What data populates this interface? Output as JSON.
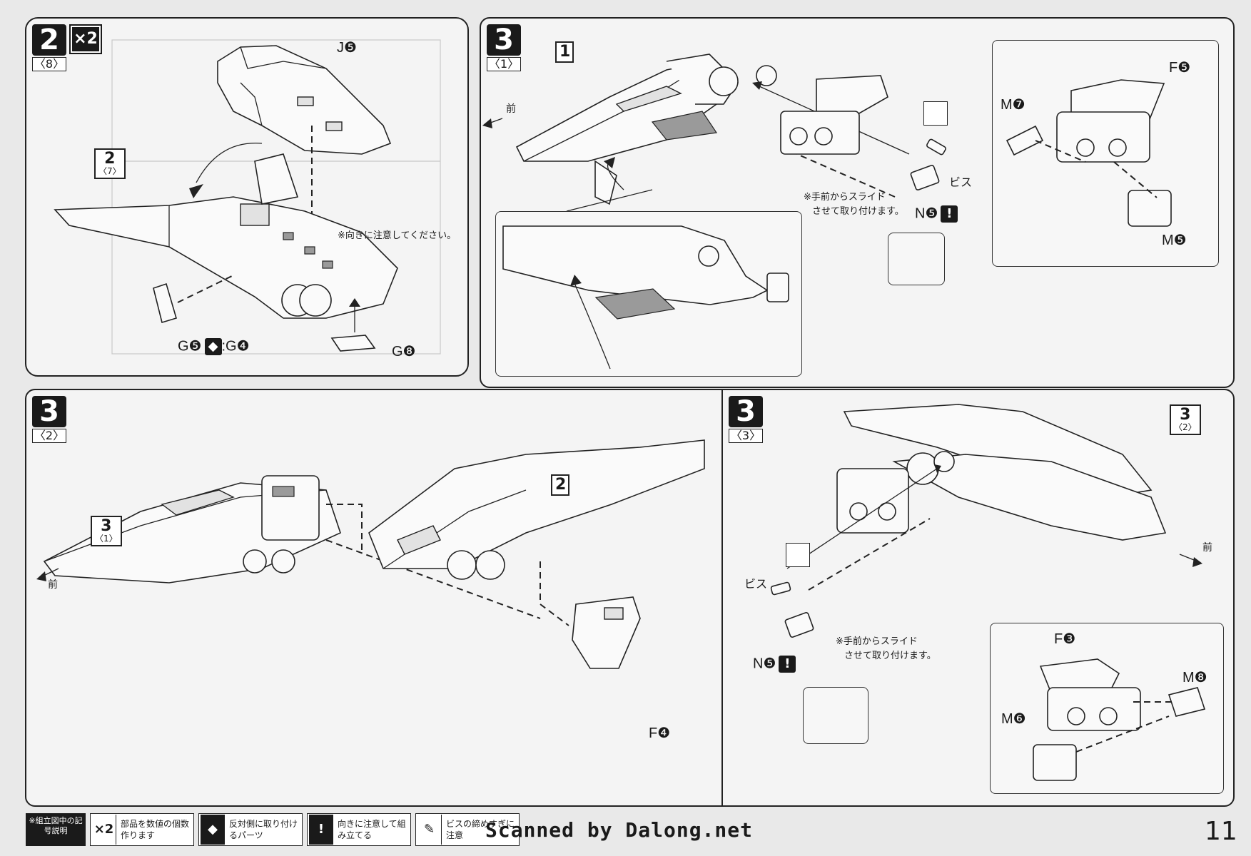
{
  "panels": {
    "p1": {
      "step": "2",
      "sub": "〈8〉",
      "mult": "×2",
      "labels": {
        "j5": "J❺",
        "ref": "2",
        "ref_sub": "〈7〉",
        "g5g4": "G❺",
        "g4": ":G❹",
        "g8": "G❽"
      },
      "note": "※向きに注意してください。"
    },
    "p2": {
      "step": "3",
      "sub": "〈1〉",
      "labels": {
        "ref": "1",
        "mae": "前",
        "f5": "F❺",
        "m7": "M❼",
        "m5": "M❺",
        "bisu": "ビス",
        "n5": "N❺"
      },
      "note1": "※手前からスライド",
      "note2": "させて取り付けます。"
    },
    "p3": {
      "step": "3",
      "sub": "〈2〉",
      "labels": {
        "ref3": "3",
        "ref3_sub": "〈1〉",
        "ref2": "2",
        "mae": "前",
        "f4": "F❹"
      }
    },
    "p4": {
      "step": "3",
      "sub": "〈3〉",
      "labels": {
        "ref": "3",
        "ref_sub": "〈2〉",
        "mae": "前",
        "bisu": "ビス",
        "n5": "N❺",
        "f3": "F❸",
        "m8": "M❽",
        "m6": "M❻"
      },
      "note1": "※手前からスライド",
      "note2": "させて取り付けます。"
    }
  },
  "legend": {
    "head": "※組立図中の記号説明",
    "items": [
      {
        "icon": "×2",
        "text": "部品を数値の個数作ります"
      },
      {
        "icon": "◆",
        "text": "反対側に取り付けるパーツ"
      },
      {
        "icon": "!",
        "text": "向きに注意して組み立てる"
      },
      {
        "icon": "✎",
        "text": "ビスの締めすぎに注意"
      }
    ]
  },
  "credit": "Scanned by Dalong.net",
  "page_number": "11"
}
